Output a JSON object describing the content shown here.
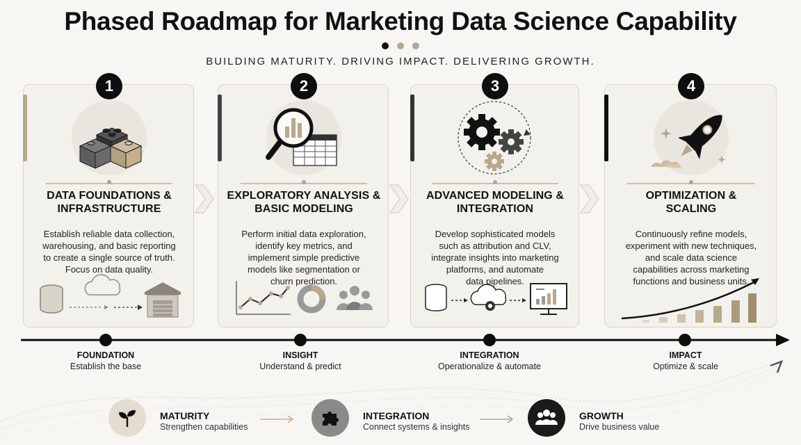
{
  "title": "Phased Roadmap for Marketing Data Science Capability",
  "subtitle": "BUILDING MATURITY. DRIVING IMPACT. DELIVERING GROWTH.",
  "colors": {
    "dark": "#111111",
    "tan": "#b8a88c",
    "gray": "#9a9a9a",
    "card_bg": "#f3f1ec"
  },
  "phases": [
    {
      "number": "1",
      "title_line1": "DATA FOUNDATIONS &",
      "title_line2": "INFRASTRUCTURE",
      "body": [
        "Establish reliable data collection,",
        "warehousing, and basic reporting",
        "to create a single source of truth.",
        "Focus on data quality."
      ],
      "icon": "stacked-blocks-icon",
      "accent": "#b8a88c"
    },
    {
      "number": "2",
      "title_line1": "EXPLORATORY ANALYSIS &",
      "title_line2": "BASIC MODELING",
      "body": [
        "Perform initial data exploration,",
        "identify key metrics, and",
        "implement simple predictive",
        "models like segmentation or",
        "churn prediction."
      ],
      "icon": "magnifier-table-icon",
      "accent": "#444444"
    },
    {
      "number": "3",
      "title_line1": "ADVANCED MODELING &",
      "title_line2": "INTEGRATION",
      "body": [
        "Develop sophisticated models",
        "such as attribution and CLV,",
        "integrate insights into marketing",
        "platforms, and automate",
        "data pipelines."
      ],
      "icon": "gears-icon",
      "accent": "#333333"
    },
    {
      "number": "4",
      "title_line1": "OPTIMIZATION &",
      "title_line2": "SCALING",
      "body": [
        "Continuously refine models,",
        "experiment with new techniques,",
        "and scale data science",
        "capabilities across marketing",
        "functions and business units."
      ],
      "icon": "rocket-icon",
      "accent": "#111111"
    }
  ],
  "milestones": [
    {
      "label": "FOUNDATION",
      "sub": "Establish the base"
    },
    {
      "label": "INSIGHT",
      "sub": "Understand & predict"
    },
    {
      "label": "INTEGRATION",
      "sub": "Operationalize & automate"
    },
    {
      "label": "IMPACT",
      "sub": "Optimize & scale"
    }
  ],
  "footer": [
    {
      "label": "MATURITY",
      "sub": "Strengthen capabilities",
      "icon": "sprout-icon"
    },
    {
      "label": "INTEGRATION",
      "sub": "Connect systems & insights",
      "icon": "puzzle-icon"
    },
    {
      "label": "GROWTH",
      "sub": "Drive business value",
      "icon": "people-icon"
    }
  ]
}
